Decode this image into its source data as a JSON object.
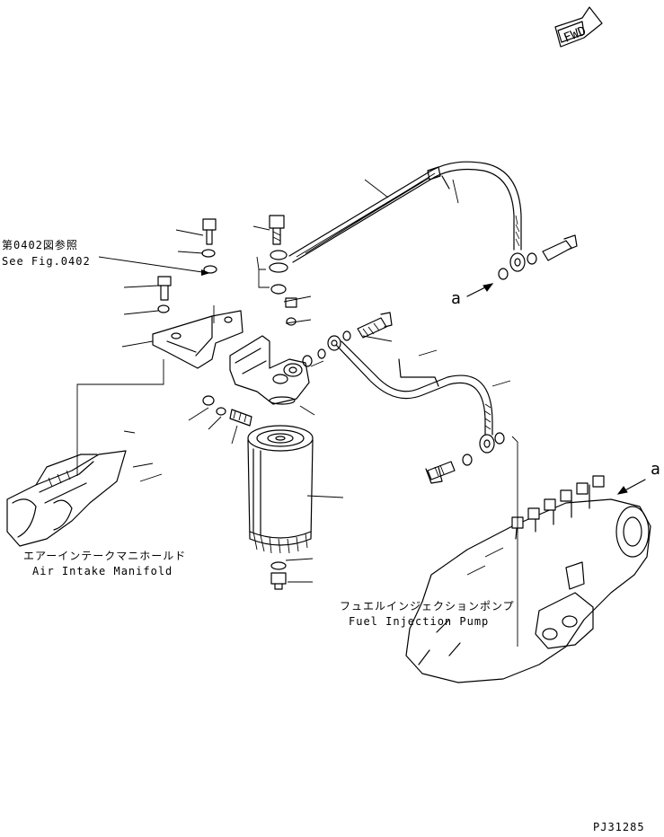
{
  "direction_badge": "FWD",
  "labels": {
    "fig_ref_jp": "第0402図参照",
    "fig_ref_en": "See Fig.0402",
    "manifold_jp": "エアーインテークマニホールド",
    "manifold_en": "Air Intake Manifold",
    "pump_jp": "フュエルインジェクションポンプ",
    "pump_en": "Fuel Injection Pump",
    "connector_a_left": "a",
    "connector_a_right": "a"
  },
  "drawing_number": "PJ31285"
}
